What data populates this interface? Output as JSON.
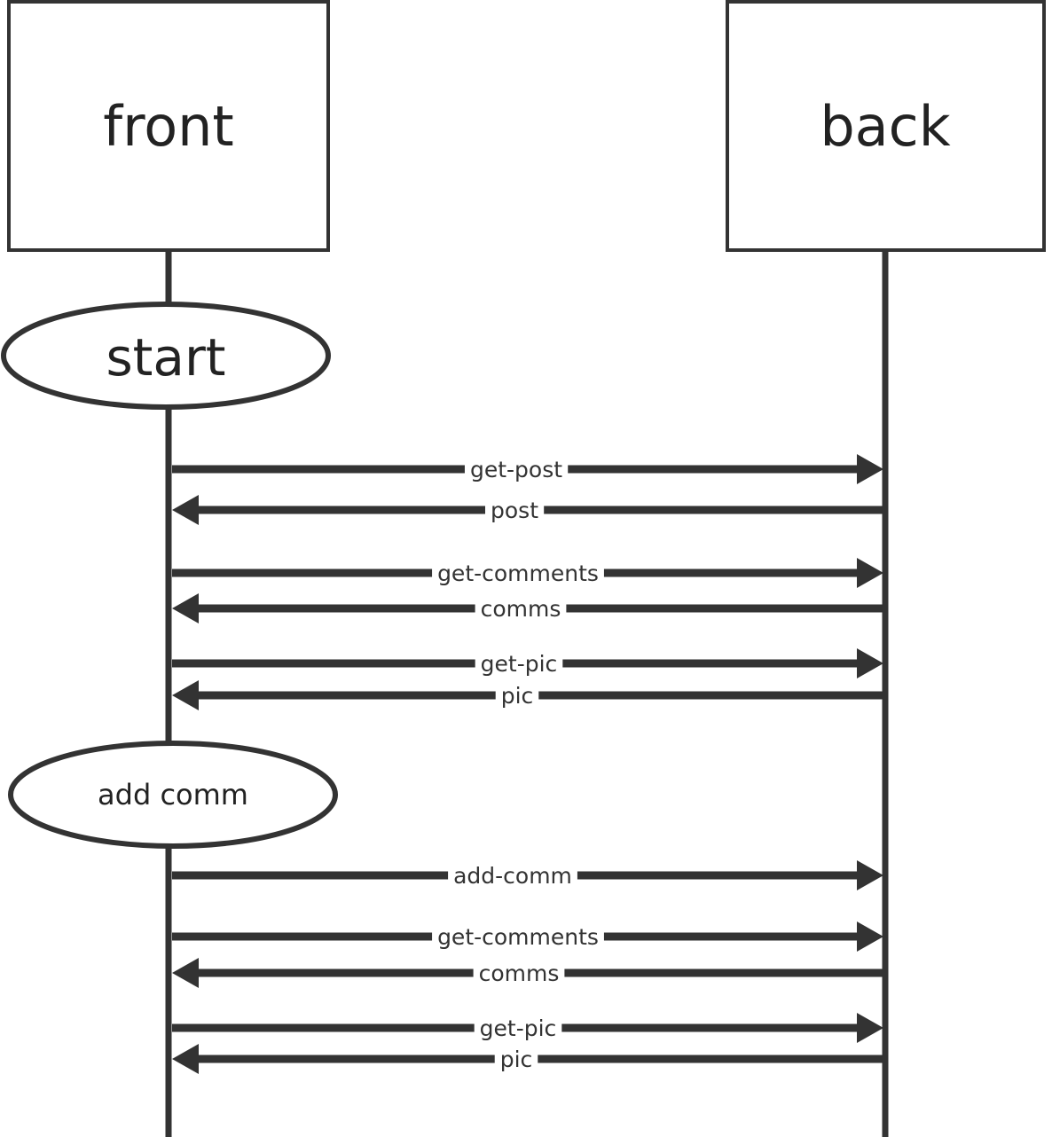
{
  "participants": {
    "front": "front",
    "back": "back"
  },
  "events": {
    "start": "start",
    "add_comm": "add comm"
  },
  "messages": [
    {
      "label": "get-post",
      "direction": "to-back"
    },
    {
      "label": "post",
      "direction": "to-front"
    },
    {
      "label": "get-comments",
      "direction": "to-back"
    },
    {
      "label": "comms",
      "direction": "to-front"
    },
    {
      "label": "get-pic",
      "direction": "to-back"
    },
    {
      "label": "pic",
      "direction": "to-front"
    },
    {
      "label": "add-comm",
      "direction": "to-back"
    },
    {
      "label": "get-comments",
      "direction": "to-back"
    },
    {
      "label": "comms",
      "direction": "to-front"
    },
    {
      "label": "get-pic",
      "direction": "to-back"
    },
    {
      "label": "pic",
      "direction": "to-front"
    }
  ],
  "colors": {
    "stroke": "#333333",
    "background": "#ffffff"
  }
}
